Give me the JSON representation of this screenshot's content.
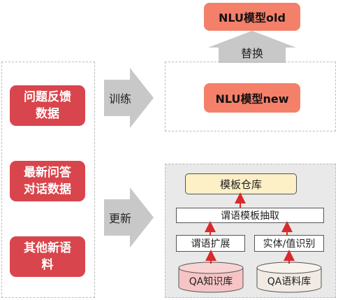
{
  "model_old": "NLU模型old",
  "replace_label": "替换",
  "model_new": "NLU模型new",
  "train_label": "训练",
  "update_label": "更新",
  "data_sources": [
    "问题反馈\n数据",
    "最新问答\n对话数据",
    "其他新语\n料"
  ],
  "pipeline": {
    "template_store": "模板仓库",
    "template_extract": "谓语模板抽取",
    "predicate_expand": "谓语扩展",
    "entity_recognize": "实体/值识别",
    "qa_knowledge_db": "QA知识库",
    "qa_corpus_db": "QA语料库"
  },
  "colors": {
    "red": "#d9454c",
    "salmon": "#f4806a",
    "cream": "#fdefc6",
    "arrow_gray": "#c8c8c8",
    "pipeline_arrow": "#d82a2a",
    "db_fill": "#f6c4c4"
  }
}
